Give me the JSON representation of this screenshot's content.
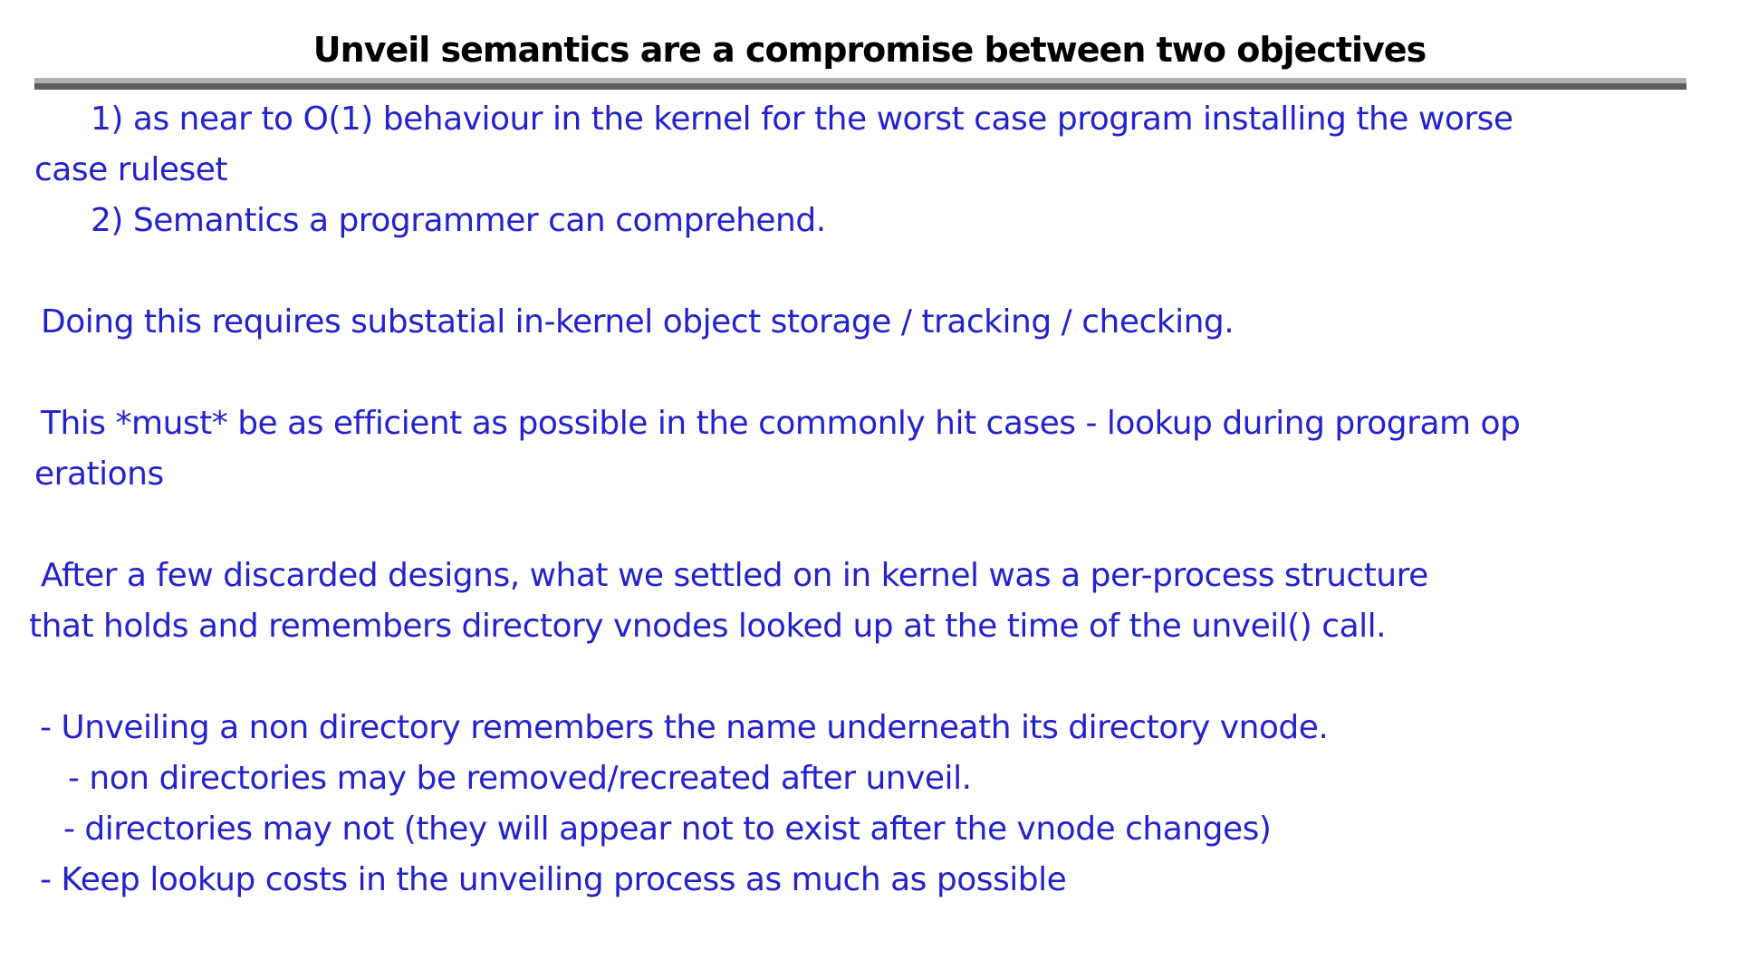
{
  "slide": {
    "title": "Unveil semantics are a compromise between two objectives",
    "colors": {
      "background": "#ffffff",
      "title_text": "#000000",
      "body_text": "#2323cd",
      "divider_top": "#b0b0b0",
      "divider_bottom": "#5e5e5e"
    },
    "lines": [
      {
        "text": "1) as near to O(1) behaviour in the kernel for the worst case program installing the worse",
        "indent": 100
      },
      {
        "text": "case ruleset",
        "indent": 38
      },
      {
        "text": "2) Semantics a programmer can comprehend.",
        "indent": 100
      },
      {
        "text": "",
        "indent": 0
      },
      {
        "text": "Doing this requires substatial in-kernel object storage / tracking / checking.",
        "indent": 45
      },
      {
        "text": "",
        "indent": 0
      },
      {
        "text": "This *must* be as efficient as possible in the commonly hit cases - lookup during program op",
        "indent": 45
      },
      {
        "text": "erations",
        "indent": 38
      },
      {
        "text": "",
        "indent": 0
      },
      {
        "text": "After a few discarded designs, what we settled on in kernel was a per-process structure",
        "indent": 45
      },
      {
        "text": "that holds and remembers directory vnodes looked up at the time of the unveil() call.",
        "indent": 32
      },
      {
        "text": "",
        "indent": 0
      },
      {
        "text": "- Unveiling a non directory remembers the name underneath its directory vnode.",
        "indent": 44
      },
      {
        "text": "- non directories may be removed/recreated after unveil.",
        "indent": 75
      },
      {
        "text": "- directories may not (they will appear not to exist after the vnode changes)",
        "indent": 70
      },
      {
        "text": "- Keep lookup costs in the unveiling process as much as possible",
        "indent": 44
      }
    ]
  }
}
